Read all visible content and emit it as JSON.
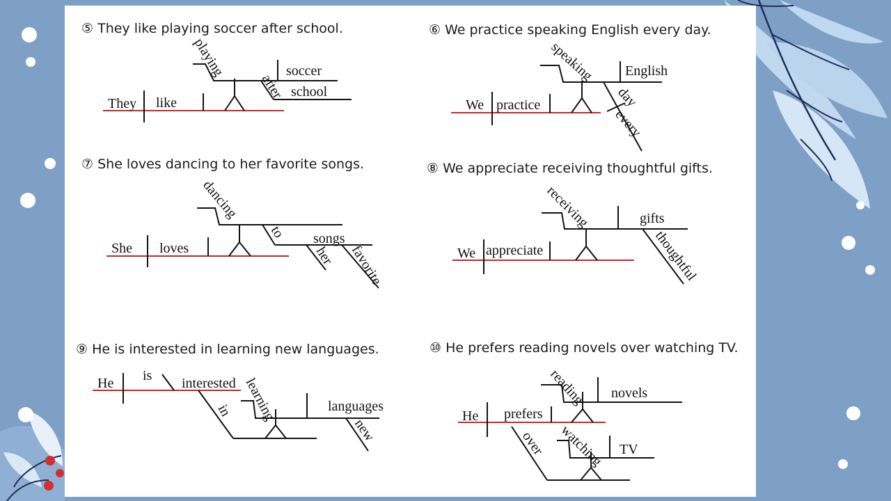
{
  "colors": {
    "background": "#7ea0c6",
    "card": "#ffffff",
    "baseline_accent": "#c62828",
    "line": "#111111",
    "berries": "#d32f2f"
  },
  "items": [
    {
      "number": "⑤",
      "sentence": "They like playing soccer after school.",
      "words": [
        "They",
        "like",
        "playing",
        "soccer",
        "after",
        "school"
      ]
    },
    {
      "number": "⑥",
      "sentence": "We practice speaking English every day.",
      "words": [
        "We",
        "practice",
        "speaking",
        "English",
        "day",
        "every"
      ]
    },
    {
      "number": "⑦",
      "sentence": "She loves dancing to her favorite songs.",
      "words": [
        "She",
        "loves",
        "dancing",
        "to",
        "songs",
        "her",
        "favorite"
      ]
    },
    {
      "number": "⑧",
      "sentence": "We appreciate receiving thoughtful gifts.",
      "words": [
        "We",
        "appreciate",
        "receiving",
        "gifts",
        "thoughtful"
      ]
    },
    {
      "number": "⑨",
      "sentence": "He is interested in learning new languages.",
      "words": [
        "He",
        "is",
        "interested",
        "learning",
        "languages",
        "in",
        "new"
      ]
    },
    {
      "number": "⑩",
      "sentence": "He prefers reading novels over watching TV.",
      "words": [
        "He",
        "prefers",
        "reading",
        "novels",
        "over",
        "watching",
        "TV"
      ]
    }
  ]
}
